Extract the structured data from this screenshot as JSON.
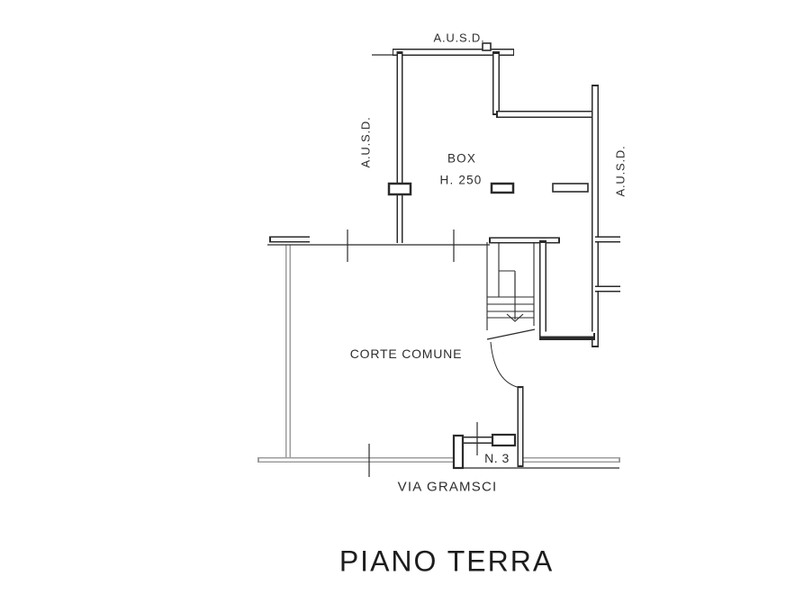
{
  "title": "PIANO TERRA",
  "street": "VIA GRAMSCI",
  "labels": {
    "ausd_top": "A.U.S.D.",
    "ausd_left": "A.U.S.D.",
    "ausd_right": "A.U.S.D.",
    "box": "BOX",
    "box_height": "H. 250",
    "courtyard": "CORTE COMUNE",
    "entrance_number": "N. 3"
  },
  "colors": {
    "wall": "#2b2b2b",
    "boundary_gray": "#9d9d9d",
    "text": "#2e2e2e",
    "background": "#ffffff"
  }
}
